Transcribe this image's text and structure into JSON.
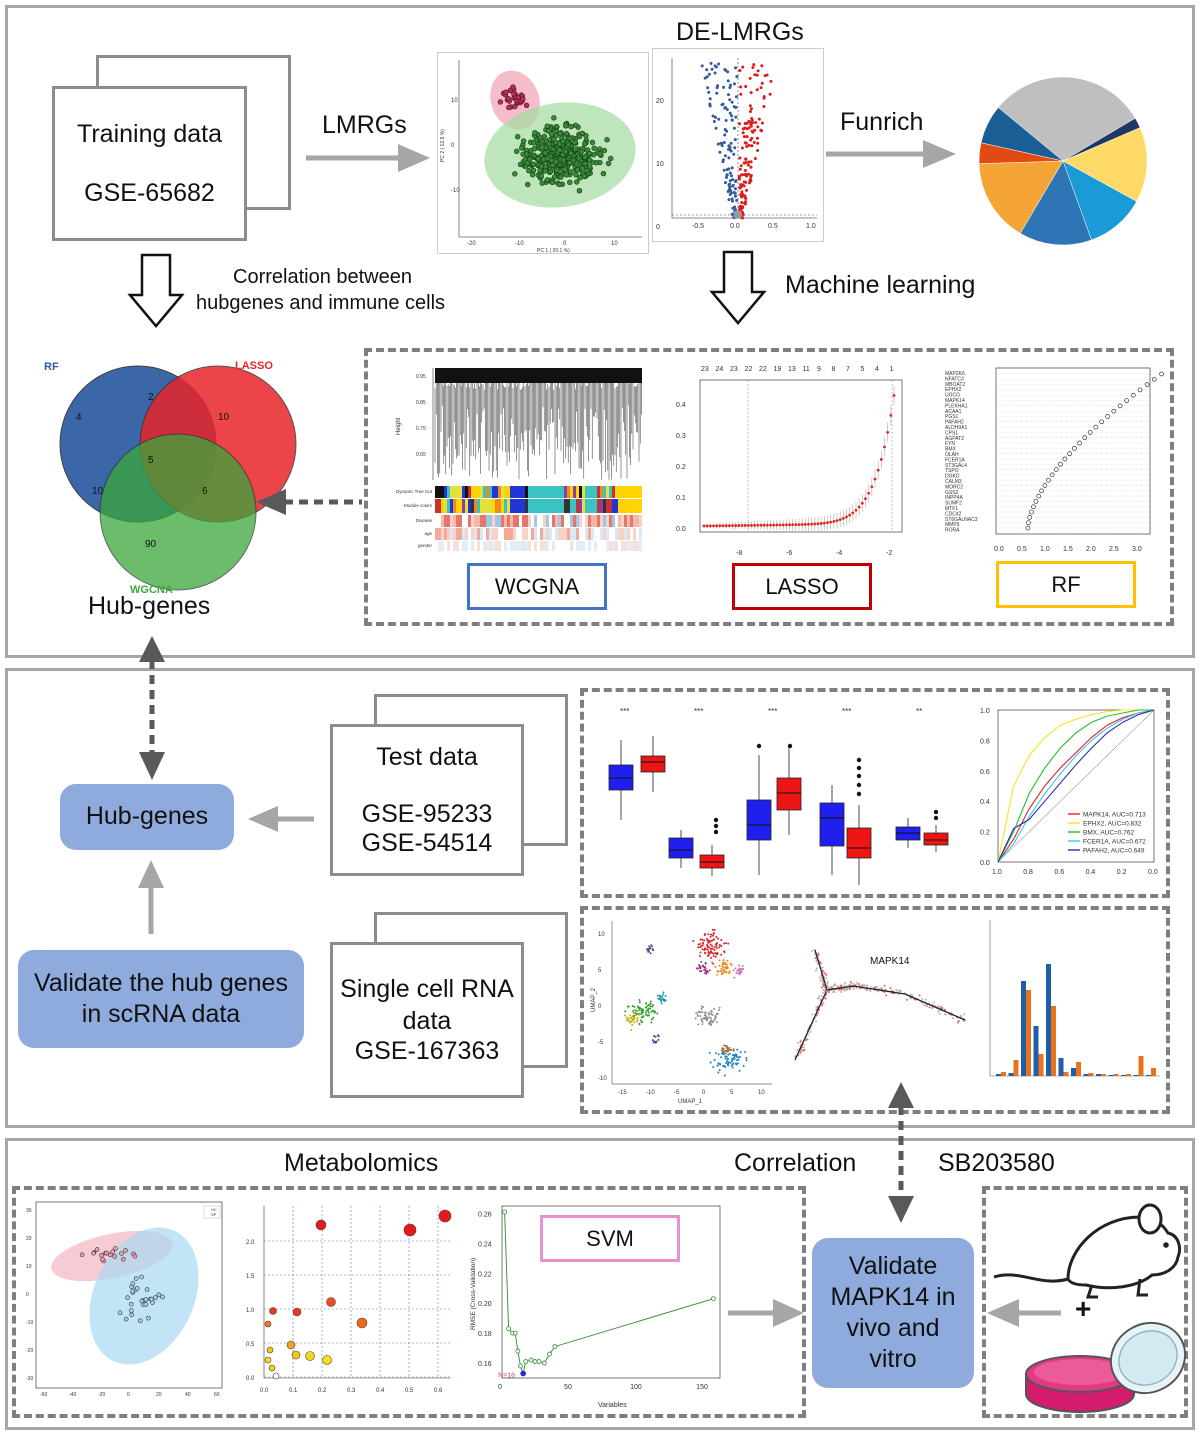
{
  "top": {
    "training_title": "Training data",
    "training_id": "GSE-65682",
    "lmrgs_label": "LMRGs",
    "de_lmrgs_title": "DE-LMRGs",
    "funrich_label": "Funrich",
    "correlation_line1": "Correlation between",
    "correlation_line2": "hubgenes and immune cells",
    "machine_learning_label": "Machine learning",
    "hub_genes_label": "Hub-genes",
    "venn": {
      "sets": [
        "RF",
        "LASSO",
        "WGCNA"
      ],
      "counts": {
        "rf_only": "4",
        "rf_lasso": "2",
        "lasso_only": "10",
        "all": "5",
        "rf_wgcna": "10",
        "lasso_wgcna": "6",
        "wgcna_only": "90"
      },
      "colors": {
        "rf": "#2b5aa0",
        "lasso": "#e8252a",
        "wgcna": "#3aa63a"
      }
    },
    "methods": {
      "wgcna": "WCGNA",
      "lasso": "LASSO",
      "rf": "RF"
    },
    "method_colors": {
      "wgcna": "#4472c4",
      "lasso": "#c00000",
      "rf": "#ffc000"
    },
    "wgcna_track_labels": [
      "Dynamic Tree Cut",
      "Module colors",
      "Disease",
      "age",
      "gender"
    ],
    "wgcna_height_label": "Height",
    "wgcna_height_ticks": [
      "0.95",
      "0.85",
      "0.75",
      "0.65"
    ],
    "lasso_top_ticks": [
      "23",
      "24",
      "23",
      "22",
      "22",
      "19",
      "13",
      "11",
      "9",
      "8",
      "7",
      "5",
      "4",
      "1"
    ],
    "lasso_y_ticks": [
      "0.4",
      "0.3",
      "0.2",
      "0.1",
      "0.0"
    ],
    "lasso_x_ticks": [
      "-8",
      "-6",
      "-4",
      "-2"
    ],
    "rf_genes": [
      "MAP2K6",
      "NFATC3",
      "MBOAT2",
      "EPHX2",
      "UGCG",
      "MAPK14",
      "PLEKHA1",
      "ACAA1",
      "PGS1",
      "PAFAH2",
      "ALDH9A1",
      "CPS1",
      "AGPAT2",
      "FYN",
      "BMX",
      "OLAH",
      "FCER1A",
      "ST3GAL4",
      "TSPO",
      "DGKD",
      "CALM3",
      "MORC2",
      "GSS2",
      "INPP4A",
      "SUMF2",
      "MTF1",
      "CDC42",
      "ST6GALNAC3",
      "MMP9",
      "RORA"
    ],
    "rf_x_ticks": [
      "0.0",
      "0.5",
      "1.0",
      "1.5",
      "2.0",
      "2.5",
      "3.0"
    ],
    "pca_x_label": "PC 1 ( 20.1 %)",
    "pca_y_label": "PC 2 ( 12.9 %)",
    "pca_x_ticks": [
      "-20",
      "-10",
      "0",
      "10"
    ],
    "pca_y_ticks": [
      "10",
      "0",
      "-10"
    ],
    "volcano_x_ticks": [
      "-0.5",
      "0.0",
      "0.5",
      "1.0"
    ],
    "volcano_y_ticks": [
      "20",
      "10",
      "0"
    ],
    "pie_colors": [
      "#bfbfbf",
      "#1f3864",
      "#ffd966",
      "#1a9ad6",
      "#2e75b6",
      "#f4a536",
      "#e34a13",
      "#1a5e96"
    ]
  },
  "middle": {
    "hub_genes_label": "Hub-genes",
    "test_title": "Test data",
    "test_ids": [
      "GSE-95233",
      "GSE-54514"
    ],
    "validate_label": "Validate the hub genes in scRNA data",
    "sc_title": "Single cell RNA data",
    "sc_id": "GSE-167363",
    "box_sig": [
      "***",
      "***",
      "***",
      "***",
      "**"
    ],
    "roc_legend": [
      {
        "label": "MAPK14, AUC=0.713",
        "color": "#e81e25"
      },
      {
        "label": "EPHX2, AUC=0.832",
        "color": "#f5e51b"
      },
      {
        "label": "BMX, AUC=0.762",
        "color": "#22c02a"
      },
      {
        "label": "FCER1A, AUC=0.672",
        "color": "#38c6f0"
      },
      {
        "label": "PAFAH2, AUC=0.649",
        "color": "#2a2fb3"
      }
    ],
    "roc_y_ticks": [
      "1.0",
      "0.8",
      "0.6",
      "0.4",
      "0.2",
      "0.0"
    ],
    "roc_x_ticks": [
      "1.0",
      "0.8",
      "0.6",
      "0.4",
      "0.2",
      "0.0"
    ],
    "umap_x_label": "UMAP_1",
    "umap_y_label": "UMAP_2",
    "umap_x_ticks": [
      "-15",
      "-10",
      "-5",
      "0",
      "5",
      "10"
    ],
    "umap_y_ticks": [
      "10",
      "5",
      "0",
      "-5",
      "-10"
    ],
    "trajectory_label": "MAPK14"
  },
  "bottom": {
    "metabolomics_label": "Metabolomics",
    "correlation_label": "Correlation",
    "sb_label": "SB203580",
    "svm_label": "SVM",
    "svm_color": "#e98fd6",
    "svm_n_label": "N=16",
    "svm_y_label": "RMSE (Cross-Validation)",
    "svm_x_label": "Variables",
    "svm_y_ticks": [
      "0.26",
      "0.24",
      "0.22",
      "0.20",
      "0.18",
      "0.16"
    ],
    "svm_x_ticks": [
      "0",
      "50",
      "100",
      "150"
    ],
    "validate_label": "Validate MAPK14 in vivo and vitro",
    "plus": "+",
    "pca_legend": [
      "HC",
      "SP"
    ],
    "pca_x_ticks": [
      "-60",
      "-40",
      "-20",
      "0",
      "20",
      "40",
      "60"
    ],
    "pca_y_ticks": [
      "30",
      "20",
      "10",
      "0",
      "-10",
      "-20",
      "-30"
    ],
    "bubble_x_ticks": [
      "0.0",
      "0.1",
      "0.2",
      "0.3",
      "0.4",
      "0.5",
      "0.6"
    ],
    "bubble_y_ticks": [
      "2.0",
      "1.5",
      "1.0",
      "0.5",
      "0.0"
    ]
  },
  "chart_data": [
    {
      "type": "line",
      "x": [
        2,
        5,
        8,
        10,
        12,
        14,
        16,
        18,
        22,
        25,
        28,
        32,
        36,
        40,
        160
      ],
      "values": [
        0.261,
        0.183,
        0.18,
        0.18,
        0.168,
        0.158,
        0.153,
        0.161,
        0.162,
        0.161,
        0.161,
        0.16,
        0.166,
        0.171,
        0.203
      ],
      "xlabel": "Variables",
      "ylabel": "RMSE (Cross-Validation)",
      "xlim": [
        0,
        165
      ],
      "ylim": [
        0.15,
        0.265
      ]
    },
    {
      "type": "line",
      "series": [
        {
          "name": "MAPK14, AUC=0.713",
          "x": [
            1,
            0.9,
            0.8,
            0.7,
            0.6,
            0.5,
            0.4,
            0.3,
            0.2,
            0.1,
            0.0
          ],
          "values": [
            0,
            0.15,
            0.35,
            0.5,
            0.62,
            0.72,
            0.82,
            0.9,
            0.95,
            0.98,
            1
          ]
        },
        {
          "name": "EPHX2, AUC=0.832",
          "x": [
            1,
            0.9,
            0.8,
            0.7,
            0.6,
            0.5,
            0.4,
            0.3,
            0.2,
            0.1,
            0.0
          ],
          "values": [
            0,
            0.5,
            0.7,
            0.82,
            0.9,
            0.94,
            0.97,
            0.99,
            1,
            1,
            1
          ]
        },
        {
          "name": "BMX, AUC=0.762",
          "x": [
            1,
            0.9,
            0.8,
            0.7,
            0.6,
            0.5,
            0.4,
            0.3,
            0.2,
            0.1,
            0.0
          ],
          "values": [
            0,
            0.2,
            0.45,
            0.62,
            0.75,
            0.85,
            0.92,
            0.96,
            0.98,
            1,
            1
          ]
        },
        {
          "name": "FCER1A, AUC=0.672",
          "x": [
            1,
            0.9,
            0.8,
            0.7,
            0.6,
            0.5,
            0.4,
            0.3,
            0.2,
            0.1,
            0.0
          ],
          "values": [
            0,
            0.12,
            0.3,
            0.45,
            0.58,
            0.7,
            0.8,
            0.88,
            0.94,
            0.98,
            1
          ]
        },
        {
          "name": "PAFAH2, AUC=0.649",
          "x": [
            1,
            0.9,
            0.8,
            0.7,
            0.6,
            0.5,
            0.4,
            0.3,
            0.2,
            0.1,
            0.0
          ],
          "values": [
            0,
            0.22,
            0.28,
            0.4,
            0.52,
            0.64,
            0.75,
            0.85,
            0.92,
            0.97,
            1
          ]
        }
      ],
      "xlim": [
        1.0,
        0.0
      ],
      "ylim": [
        0.0,
        1.0
      ]
    }
  ]
}
